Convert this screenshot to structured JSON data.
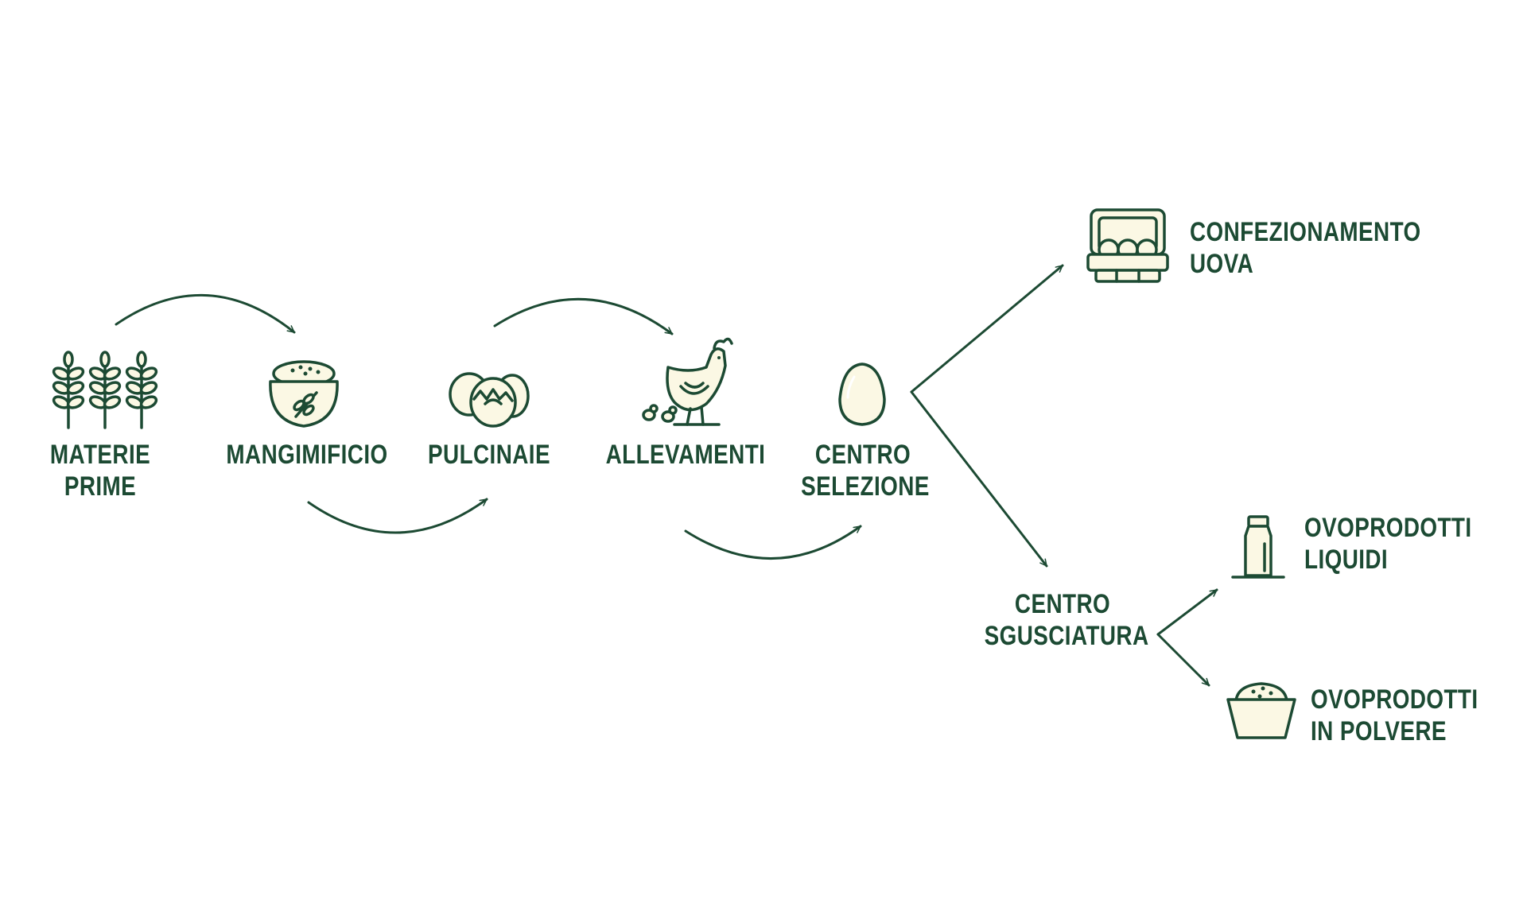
{
  "colors": {
    "ink": "#1c4a33",
    "fill": "#fbf8e4",
    "background": "#ffffff"
  },
  "nodes": {
    "materie_prime": {
      "line1": "MATERIE",
      "line2": "PRIME",
      "icon": "wheat-icon"
    },
    "mangimificio": {
      "line1": "MANGIMIFICIO",
      "icon": "feed-bowl-icon"
    },
    "pulcinaie": {
      "line1": "PULCINAIE",
      "icon": "hatching-eggs-icon"
    },
    "allevamenti": {
      "line1": "ALLEVAMENTI",
      "icon": "hen-chicks-icon"
    },
    "centro_selezione": {
      "line1": "CENTRO",
      "line2": "SELEZIONE",
      "icon": "egg-icon"
    },
    "confezionamento": {
      "line1": "CONFEZIONAMENTO",
      "line2": "UOVA",
      "icon": "egg-carton-icon"
    },
    "centro_sgusciatura": {
      "line1": "CENTRO",
      "line2": "SGUSCIATURA"
    },
    "ovoprodotti_liquidi": {
      "line1": "OVOPRODOTTI",
      "line2": "LIQUIDI",
      "icon": "bottle-icon"
    },
    "ovoprodotti_polvere": {
      "line1": "OVOPRODOTTI",
      "line2": "IN POLVERE",
      "icon": "powder-bowl-icon"
    }
  }
}
